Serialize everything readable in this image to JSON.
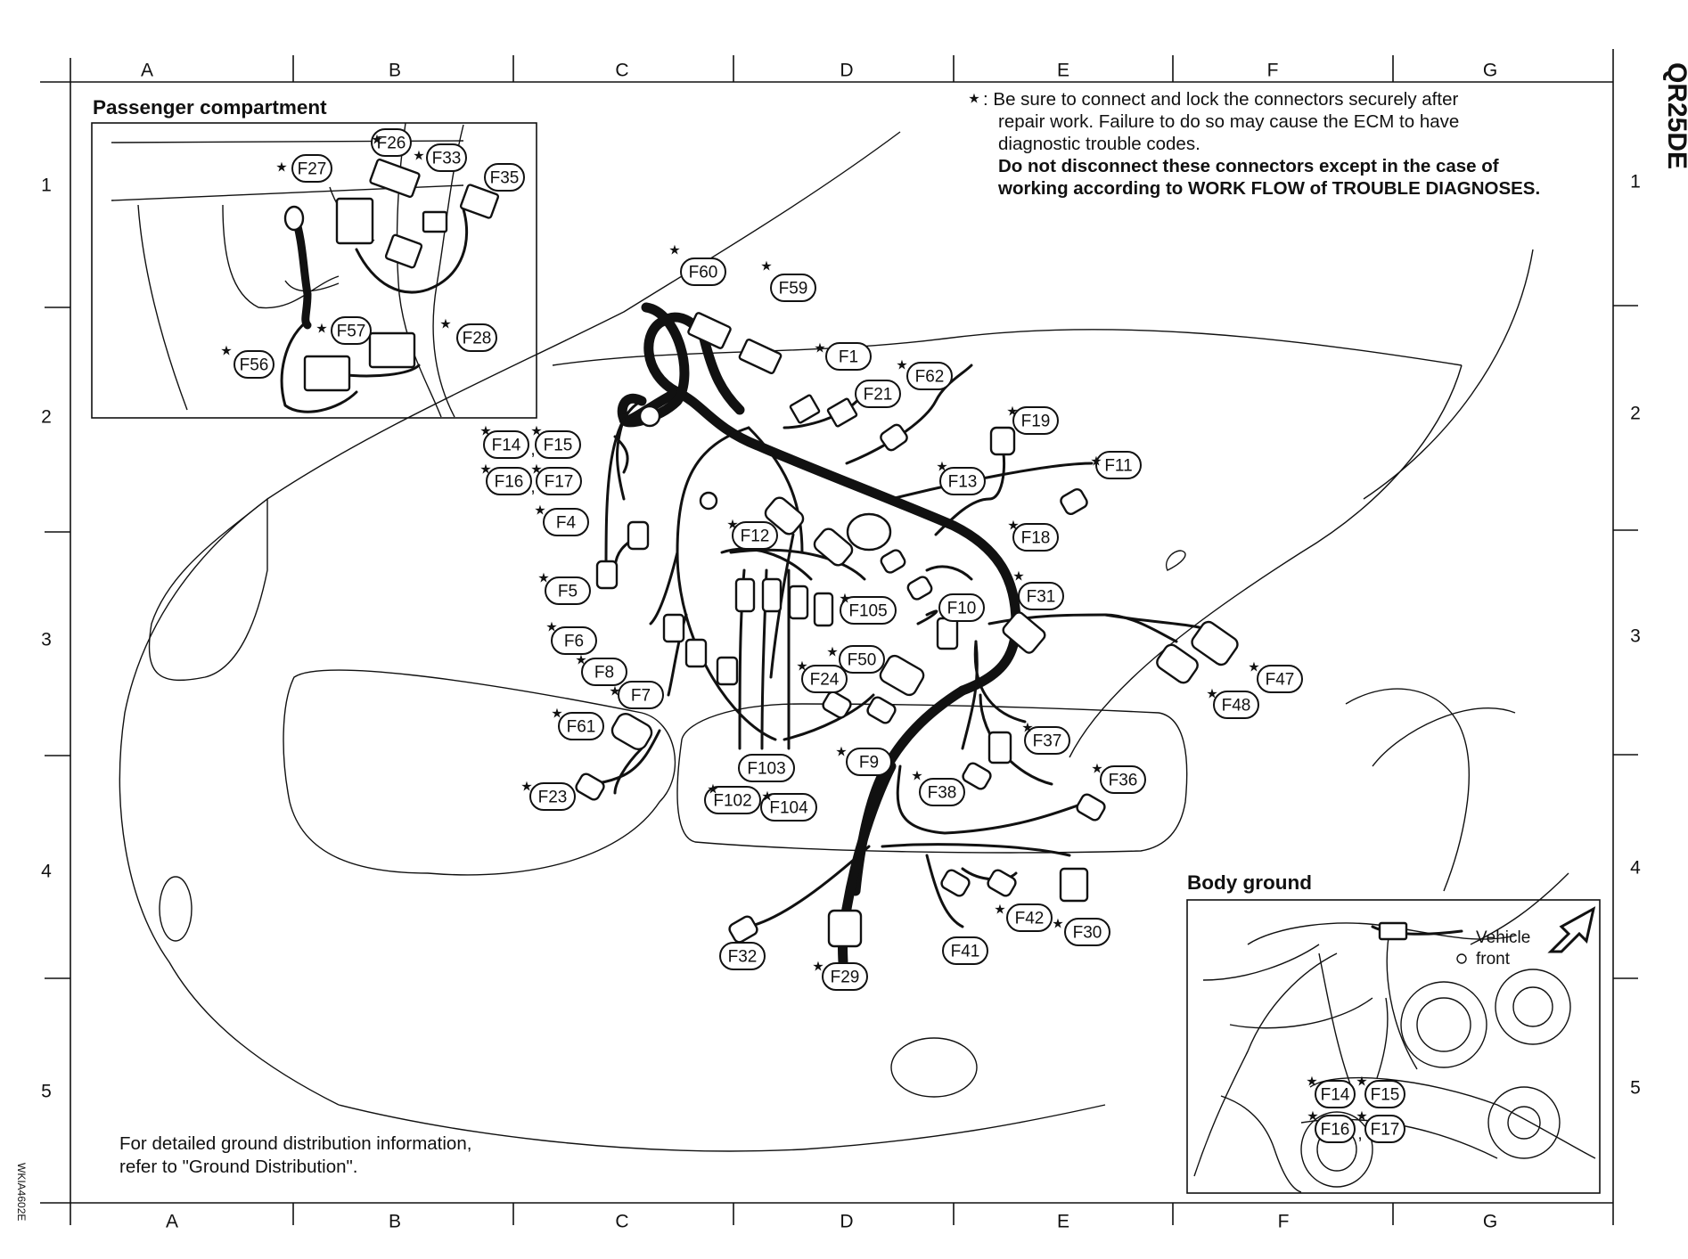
{
  "side_title": "QR25DE",
  "side_code": "WKIA4602E",
  "columns": [
    "A",
    "B",
    "C",
    "D",
    "E",
    "F",
    "G"
  ],
  "rows": [
    "1",
    "2",
    "3",
    "4",
    "5"
  ],
  "note": {
    "star": "★",
    "line1": ": Be sure to connect and lock the connectors securely after",
    "line2": "repair work. Failure to do so may cause the ECM to have",
    "line3": "diagnostic trouble codes.",
    "line4": "Do not disconnect these connectors except in the case of",
    "line5": "working according to WORK FLOW of TROUBLE DIAGNOSES."
  },
  "passenger_compartment": {
    "title": "Passenger compartment",
    "connectors": [
      "F26",
      "F27",
      "F33",
      "F35",
      "F28",
      "F57",
      "F56"
    ]
  },
  "body_ground": {
    "title": "Body ground",
    "vehicle_front_1": "Vehicle",
    "vehicle_front_2": "front",
    "connectors": [
      "F14",
      "F15",
      "F16",
      "F17"
    ]
  },
  "footer_note": {
    "line1": "For detailed ground distribution information,",
    "line2": "refer to \"Ground Distribution\"."
  },
  "engine_connectors": [
    "F60",
    "F59",
    "F1",
    "F62",
    "F21",
    "F19",
    "F11",
    "F14",
    "F15",
    "F16",
    "F17",
    "F4",
    "F12",
    "F13",
    "F18",
    "F5",
    "F105",
    "F10",
    "F31",
    "F6",
    "F50",
    "F8",
    "F24",
    "F7",
    "F47",
    "F48",
    "F61",
    "F37",
    "F9",
    "F103",
    "F36",
    "F23",
    "F38",
    "F102",
    "F104",
    "F42",
    "F30",
    "F41",
    "F32",
    "F29"
  ],
  "star_symbol": "★"
}
